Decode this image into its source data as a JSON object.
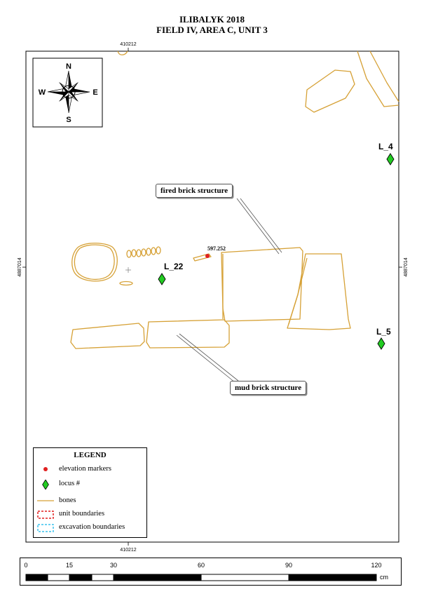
{
  "title": {
    "line1": "ILIBALYK 2018",
    "line2": "FIELD IV, AREA C, UNIT 3"
  },
  "coordinates": {
    "top": "410212",
    "bottom": "410212",
    "left": "4887014",
    "right": "4887014"
  },
  "compass": {
    "north": "N",
    "south": "S",
    "east": "E",
    "west": "W",
    "icon": "compass-rose-icon"
  },
  "annotations": {
    "fired_brick": "fired brick structure",
    "mud_brick": "mud brick structure"
  },
  "elevation_markers": [
    {
      "label": "597.252"
    }
  ],
  "loci": [
    {
      "label": "L_4"
    },
    {
      "label": "L_22"
    },
    {
      "label": "L_5"
    }
  ],
  "legend": {
    "title": "LEGEND",
    "items": [
      {
        "label": "elevation markers",
        "symbol": "red-dot-icon",
        "color": "#e02020"
      },
      {
        "label": "locus #",
        "symbol": "green-diamond-icon",
        "color": "#22cc22"
      },
      {
        "label": "bones",
        "symbol": "orange-line-icon",
        "color": "#d6a136"
      },
      {
        "label": "unit boundaries",
        "symbol": "red-dashed-box-icon",
        "color": "#e02020"
      },
      {
        "label": "excavation boundaries",
        "symbol": "cyan-dashed-box-icon",
        "color": "#3cc3ee"
      }
    ]
  },
  "scale_bar": {
    "ticks": [
      "0",
      "15",
      "30",
      "60",
      "90",
      "120"
    ],
    "unit": "cm"
  },
  "colors": {
    "outline": "#d6a136",
    "marker": "#e02020",
    "locus": "#22cc22"
  }
}
